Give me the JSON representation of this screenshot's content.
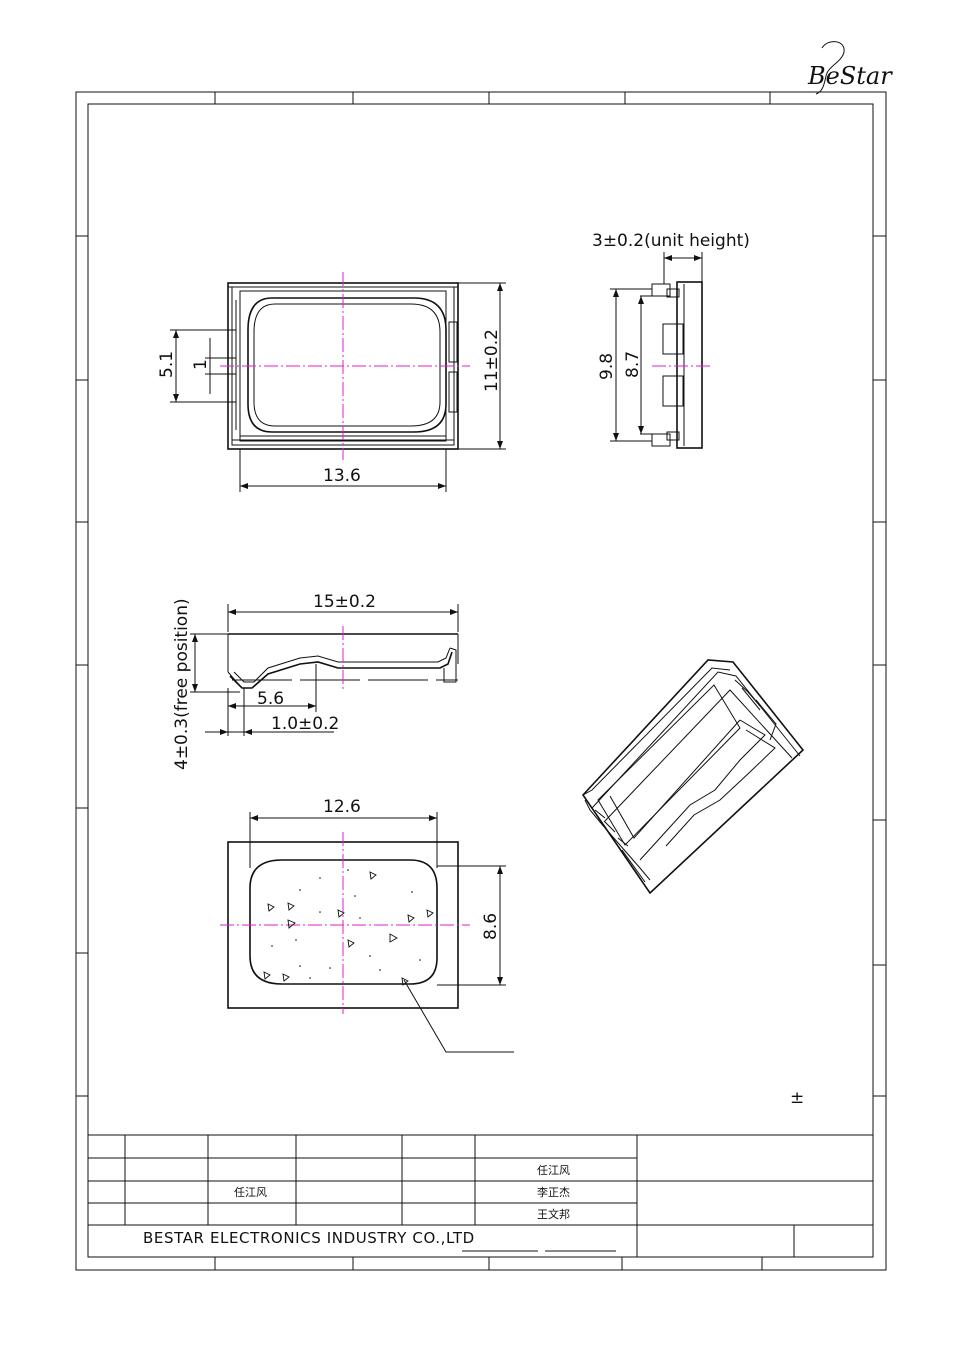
{
  "logo": {
    "text": "BeStar"
  },
  "top_view": {
    "dim_width": "13.6",
    "dim_height": "11±0.2",
    "dim_terminal": "5.1",
    "dim_small": "1"
  },
  "side_view": {
    "dim_unit_height": "3±0.2(unit height)",
    "dim_outer": "9.8",
    "dim_inner": "8.7"
  },
  "terminal_view": {
    "dim_length": "15±0.2",
    "dim_free_position": "4±0.3(free position)",
    "dim_terminal_pos": "5.6",
    "dim_terminal_offset": "1.0±0.2"
  },
  "bottom_view": {
    "dim_width": "12.6",
    "dim_height": "8.6"
  },
  "tolerance_mark": "±",
  "title_block": {
    "names": [
      "任江风",
      "李正杰",
      "王文邦"
    ],
    "drawn_by": "任江风",
    "company": "BESTAR ELECTRONICS INDUSTRY CO.,LTD"
  }
}
